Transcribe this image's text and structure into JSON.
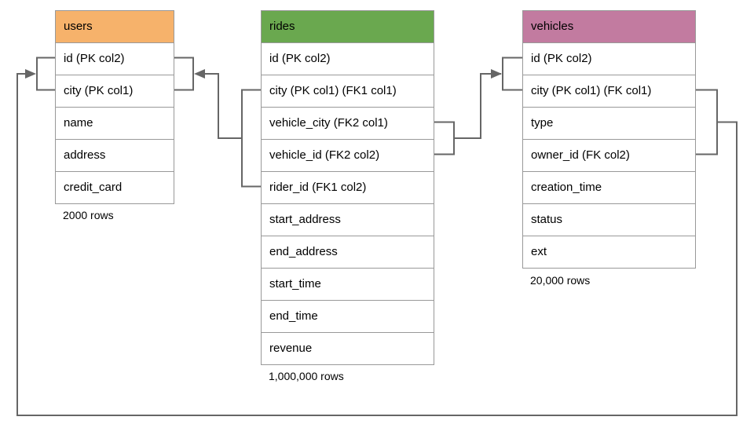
{
  "diagram": {
    "connector_color": "#666666",
    "border_color": "#999999",
    "tables": {
      "users": {
        "name": "users",
        "header_color": "#F6B26B",
        "rows": [
          "id (PK col2)",
          "city (PK col1)",
          "name",
          "address",
          "credit_card"
        ],
        "row_count_label": "2000 rows"
      },
      "rides": {
        "name": "rides",
        "header_color": "#6AA84F",
        "rows": [
          "id (PK col2)",
          "city (PK col1) (FK1 col1)",
          "vehicle_city (FK2 col1)",
          "vehicle_id (FK2 col2)",
          "rider_id (FK1 col2)",
          "start_address",
          "end_address",
          "start_time",
          "end_time",
          "revenue"
        ],
        "row_count_label": "1,000,000 rows"
      },
      "vehicles": {
        "name": "vehicles",
        "header_color": "#C27BA0",
        "rows": [
          "id (PK col2)",
          "city (PK col1) (FK col1)",
          "type",
          "owner_id (FK col2)",
          "creation_time",
          "status",
          "ext"
        ],
        "row_count_label": "20,000 rows"
      }
    },
    "relationships": [
      {
        "label": "FK1",
        "from": "rides (city, rider_id)",
        "to": "users (id, city)"
      },
      {
        "label": "FK2",
        "from": "rides (vehicle_city, vehicle_id)",
        "to": "vehicles (id, city)"
      },
      {
        "label": "FK",
        "from": "vehicles (city, owner_id)",
        "to": "users (id, city)"
      }
    ]
  }
}
